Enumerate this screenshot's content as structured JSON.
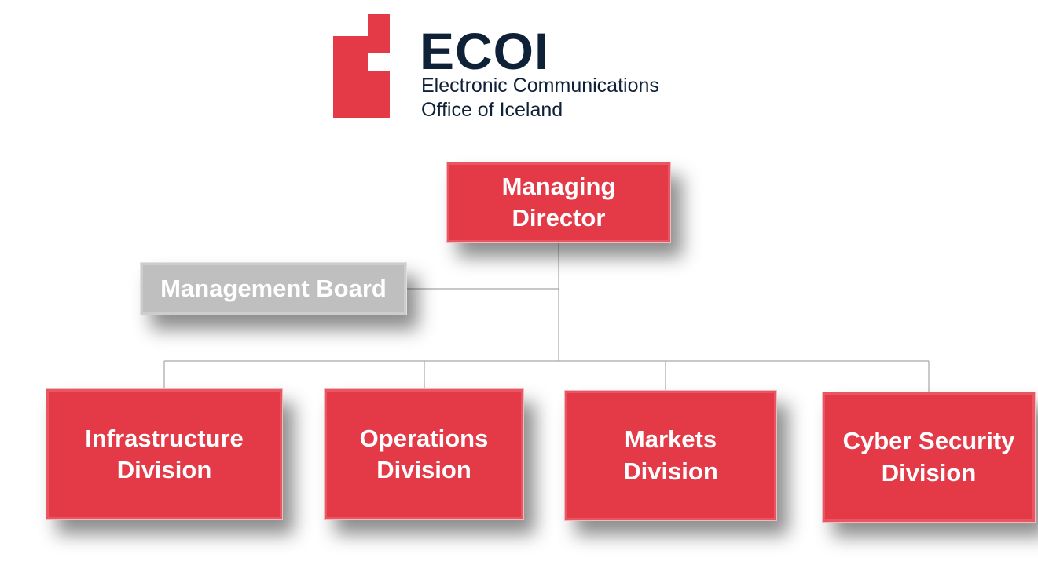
{
  "logo": {
    "name": "ECOI",
    "subtitle_line1": "Electronic Communications",
    "subtitle_line2": "Office of Iceland",
    "mark_color": "#e43a48",
    "text_color": "#0f2137"
  },
  "org_chart": {
    "managing_director": "Managing\nDirector",
    "management_board": "Management Board",
    "divisions": [
      "Infrastructure\nDivision",
      "Operations\nDivision",
      "Markets\nDivision",
      "Cyber Security\nDivision"
    ],
    "box_color": "#e43a48",
    "board_color": "#bfbfbf",
    "line_color": "#a6a6a6"
  }
}
